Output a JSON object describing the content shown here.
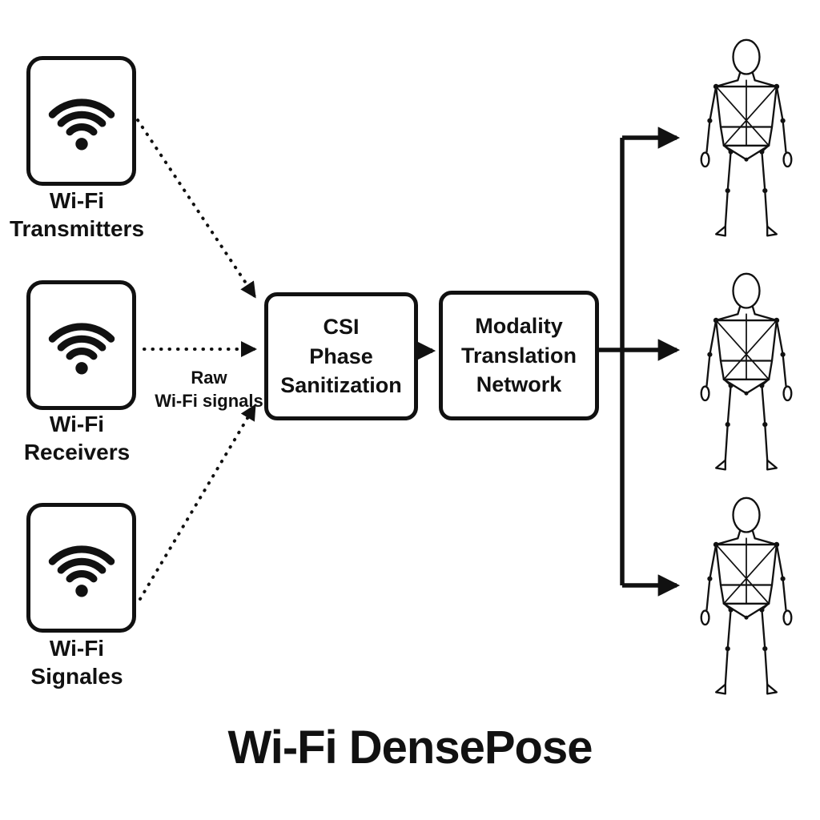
{
  "diagram": {
    "title": "Wi-Fi DensePose",
    "sources": [
      {
        "id": "transmitters",
        "icon": "wifi-icon",
        "label_lines": [
          "Wi-Fi",
          "Transmitters"
        ]
      },
      {
        "id": "receivers",
        "icon": "wifi-icon",
        "label_lines": [
          "Wi-Fi",
          "Receivers"
        ]
      },
      {
        "id": "signals",
        "icon": "wifi-icon",
        "label_lines": [
          "Wi-Fi",
          "Signales"
        ]
      }
    ],
    "annotation": {
      "lines": [
        "Raw",
        "Wi-Fi signals"
      ]
    },
    "process_boxes": [
      {
        "id": "csi-phase-sanitization",
        "lines": [
          "CSI",
          "Phase",
          "Sanitization"
        ]
      },
      {
        "id": "modality-translation-network",
        "lines": [
          "Modality",
          "Translation",
          "Network"
        ]
      }
    ],
    "outputs": [
      {
        "icon": "human-pose-figure"
      },
      {
        "icon": "human-pose-figure"
      },
      {
        "icon": "human-pose-figure"
      }
    ],
    "colors": {
      "ink": "#111111",
      "background": "#ffffff"
    }
  }
}
